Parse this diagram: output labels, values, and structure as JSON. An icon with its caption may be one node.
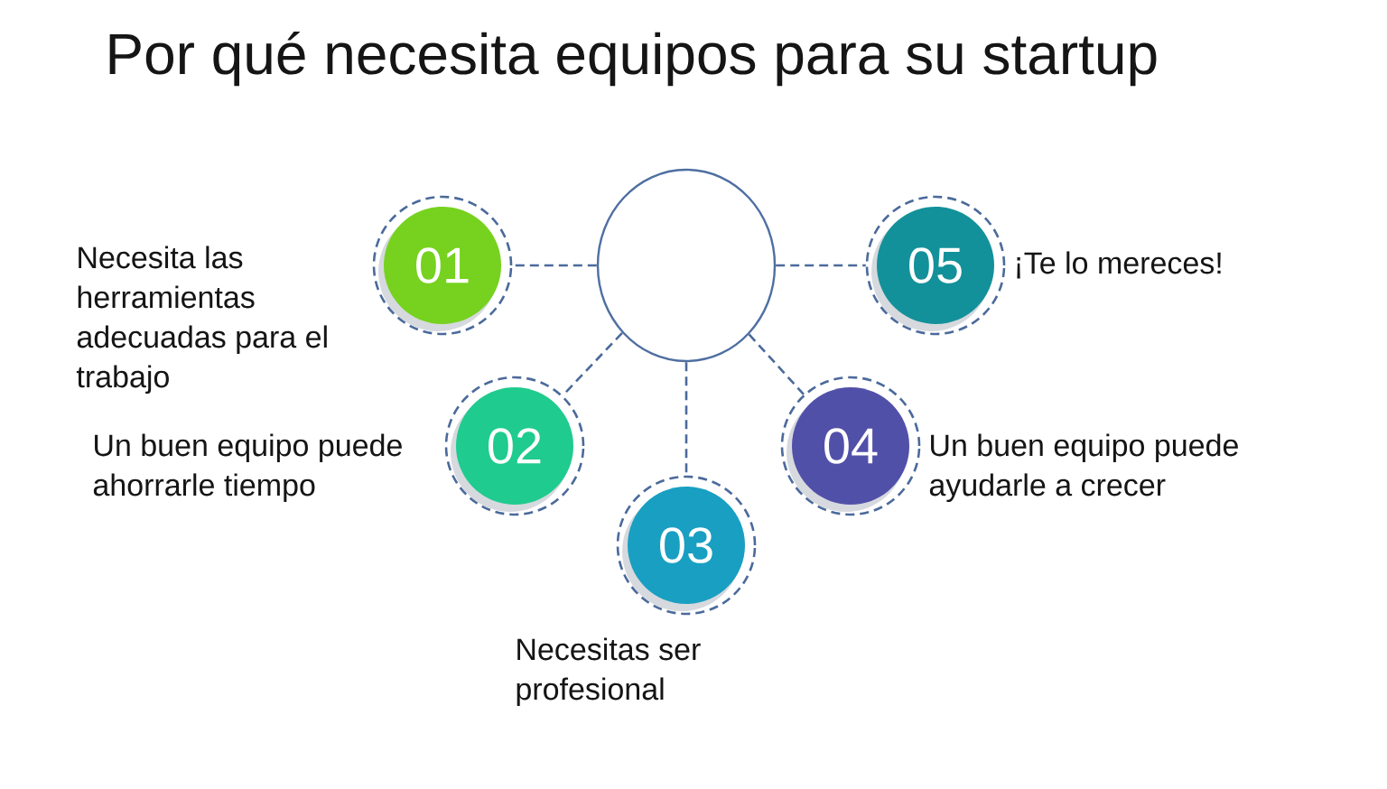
{
  "diagram": {
    "title": "Por qué necesita equipos para su startup",
    "nodes": [
      {
        "text": [],
        "shape": "circle"
      },
      {
        "text": [
          "01"
        ],
        "beside": [
          "Necesita las herramientas adecuadas para el trabajo"
        ]
      },
      {
        "text": [
          "02"
        ],
        "beside": [
          "Un buen equipo puede ahorrarle tiempo"
        ]
      },
      {
        "text": [
          "03"
        ],
        "beside": [
          "Necesitas ser profesional"
        ]
      },
      {
        "text": [
          "04"
        ],
        "beside": [
          "Un buen equipo puede ayudarle a crecer"
        ]
      },
      {
        "text": [
          "05"
        ],
        "beside": [
          "¡Te lo mereces!"
        ]
      }
    ],
    "edges": [
      {
        "from": 0,
        "to": 1,
        "arrow": "none",
        "style": "dashed"
      },
      {
        "from": 0,
        "to": 2,
        "arrow": "none",
        "style": "dashed"
      },
      {
        "from": 0,
        "to": 3,
        "arrow": "none",
        "style": "dashed"
      },
      {
        "from": 0,
        "to": 4,
        "arrow": "none",
        "style": "dashed"
      },
      {
        "from": 0,
        "to": 5,
        "arrow": "none",
        "style": "dashed"
      }
    ]
  }
}
